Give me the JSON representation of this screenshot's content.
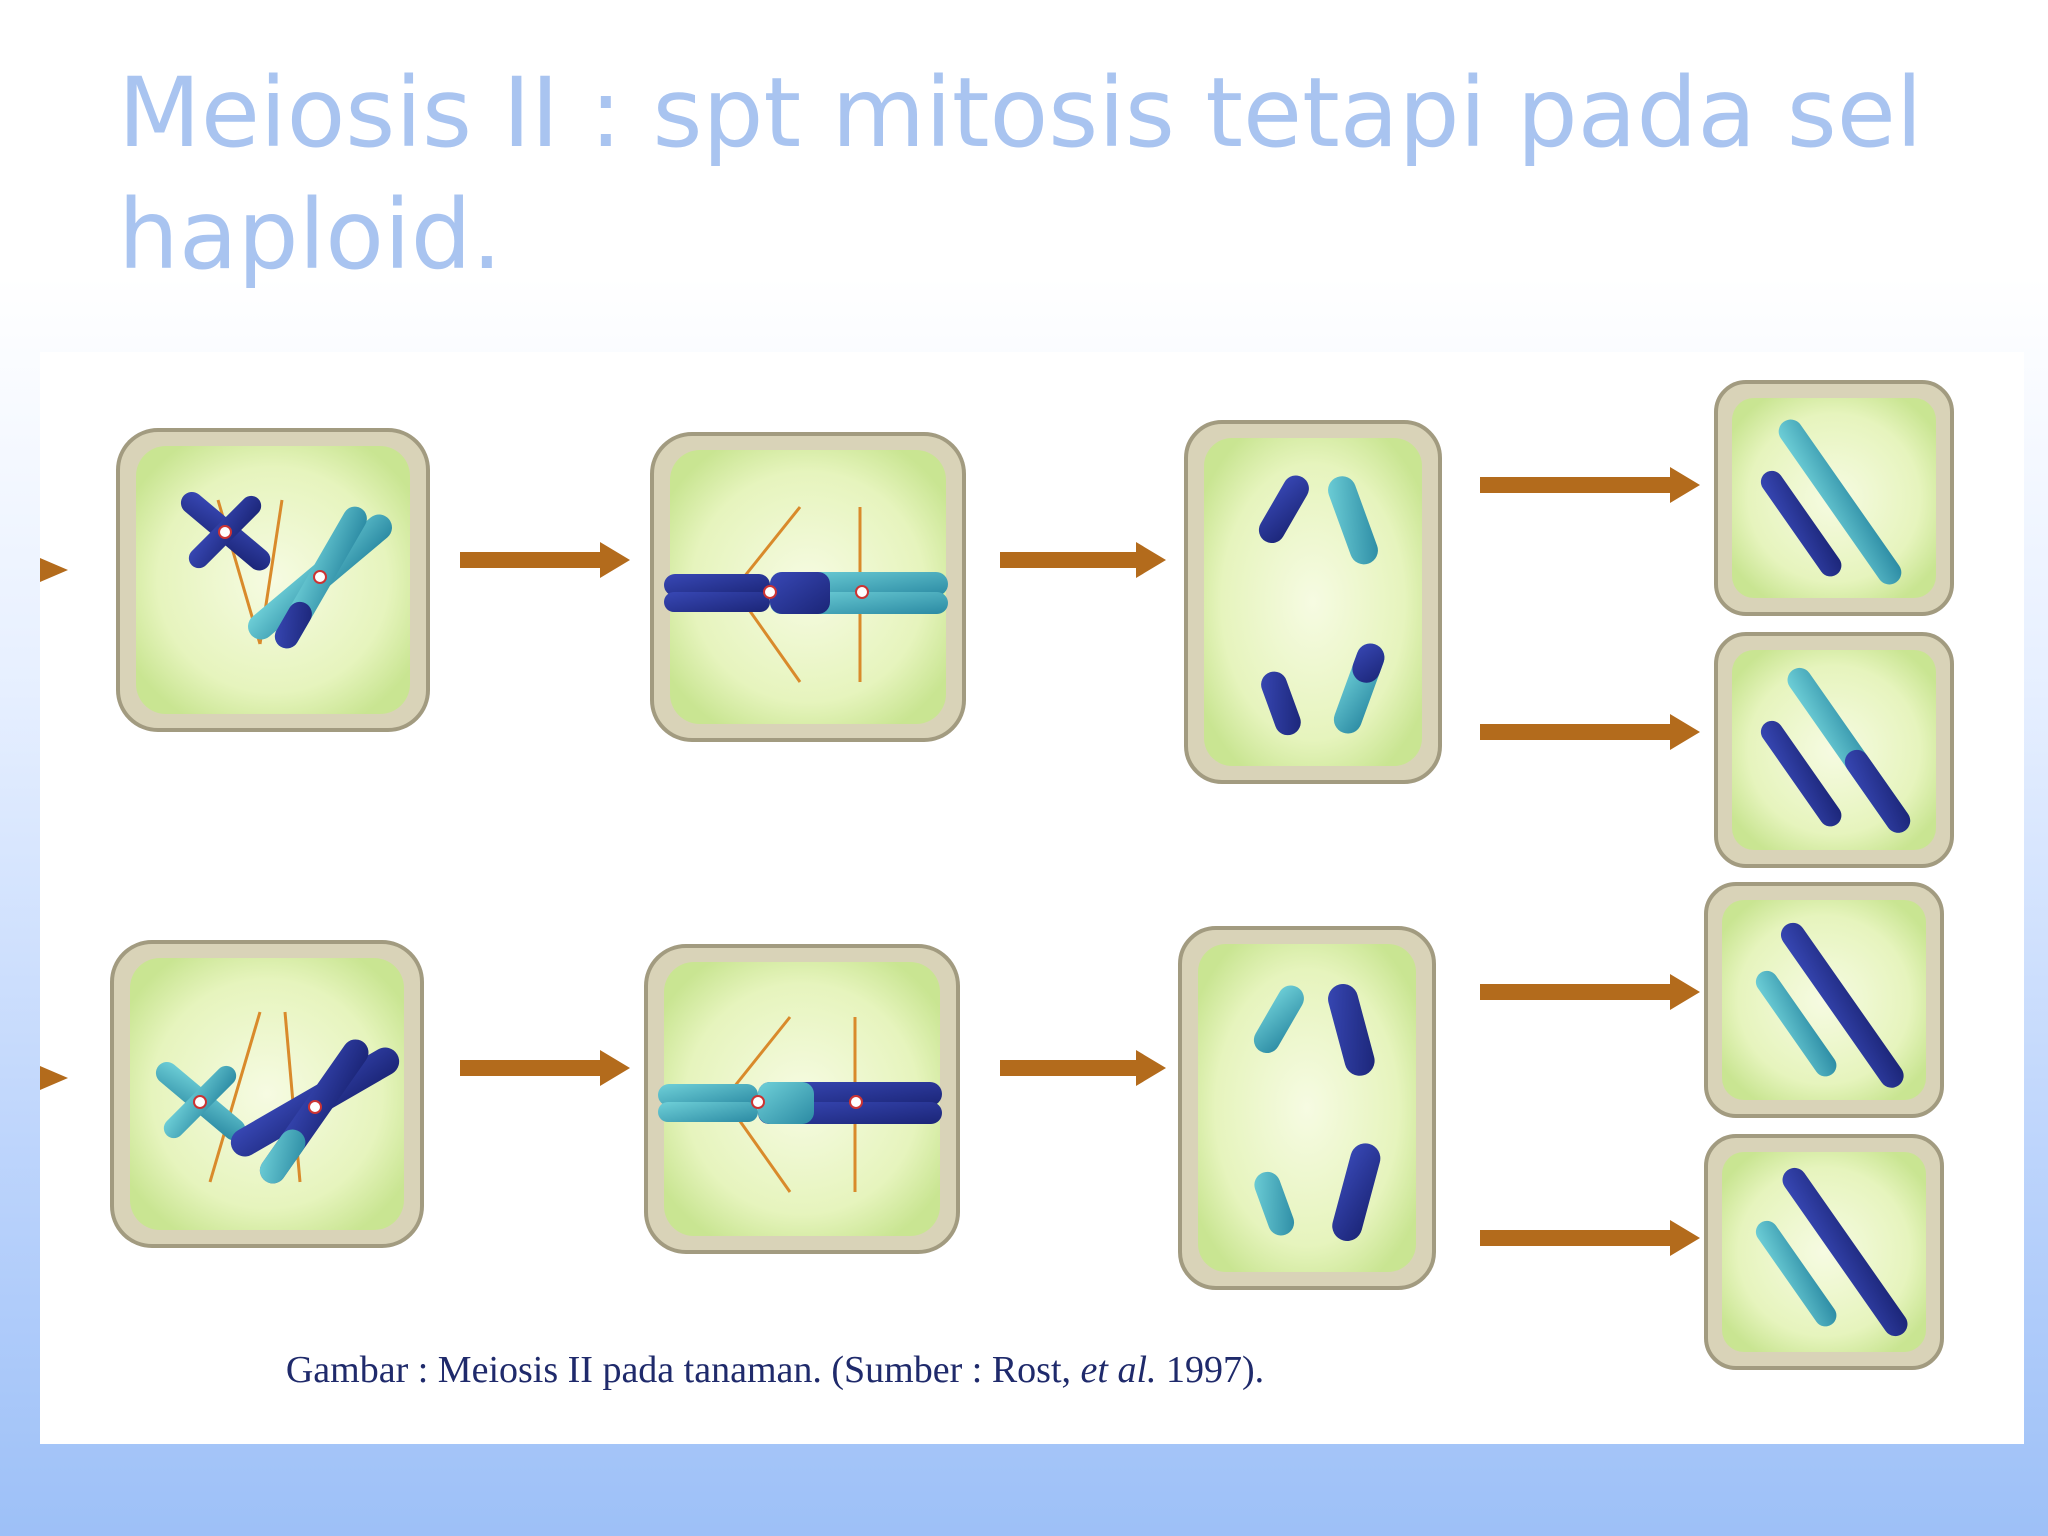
{
  "slide": {
    "title": "Meiosis II : spt mitosis tetapi pada sel haploid."
  },
  "figure": {
    "caption_prefix": "Gambar : Meiosis II pada tanaman. (Sumber : Rost, ",
    "caption_italic": "et al.",
    "caption_suffix": " 1997).",
    "colors": {
      "cell_wall": "#d9d3b8",
      "cell_wall_stroke": "#a29b80",
      "cytoplasm": "#e9f6c2",
      "cytoplasm_edge": "#c9e592",
      "chromosome_dark": "#23308f",
      "chromosome_light": "#3aa3b6",
      "spindle": "#d98a2b",
      "arrow": "#b36b1c",
      "centromere": "#ffffff"
    }
  }
}
